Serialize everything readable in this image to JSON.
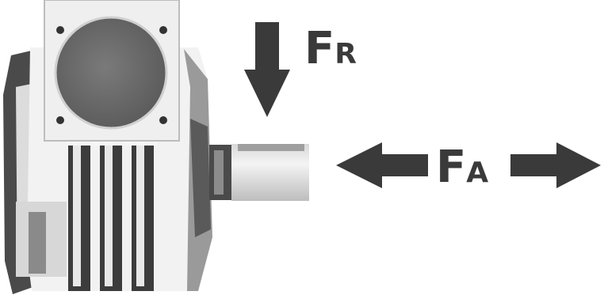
{
  "forces": {
    "radial": {
      "symbol": "F",
      "subscript": "R"
    },
    "axial": {
      "symbol": "F",
      "subscript": "A"
    }
  },
  "colors": {
    "arrow": "#3a3a3a",
    "housing": "#f2f2f2",
    "motor_disc": "#6b6b6b",
    "shadow": "#3c3c3c",
    "shaft": "#e6e6e6"
  }
}
